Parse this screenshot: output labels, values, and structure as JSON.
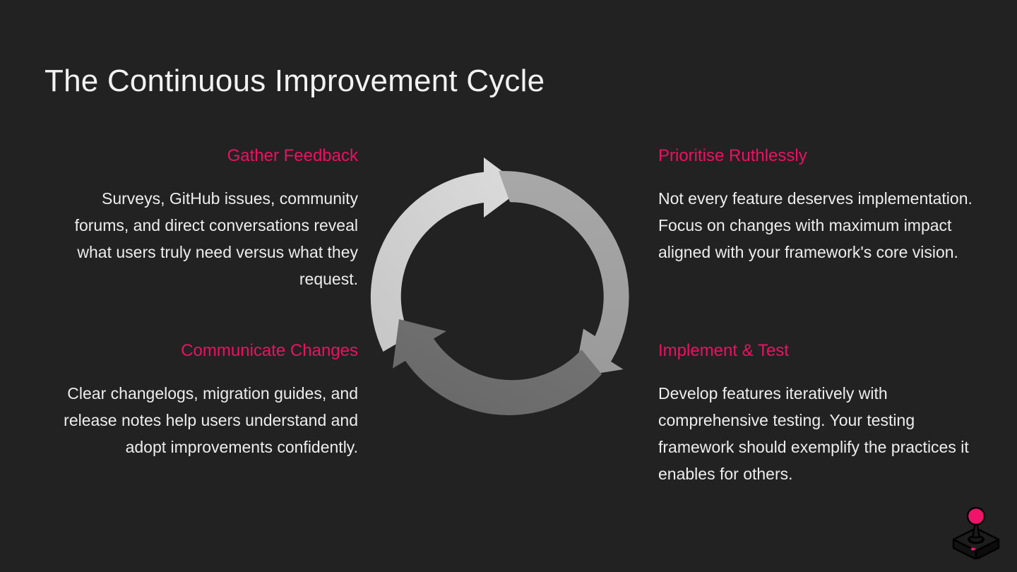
{
  "slide": {
    "title": "The Continuous Improvement Cycle",
    "background_color": "#222222",
    "accent_color": "#ec1162",
    "text_color": "#ededed"
  },
  "quadrants": [
    {
      "id": "gather-feedback",
      "heading": "Gather Feedback",
      "body": "Surveys, GitHub issues, community forums, and direct conversations reveal what users truly need versus what they request.",
      "align": "right",
      "position": "top-left"
    },
    {
      "id": "prioritise-ruthlessly",
      "heading": "Prioritise Ruthlessly",
      "body": "Not every feature deserves implementation. Focus on changes with maximum impact aligned with your framework's core vision.",
      "align": "left",
      "position": "top-right"
    },
    {
      "id": "communicate-changes",
      "heading": "Communicate Changes",
      "body": "Clear changelogs, migration guides, and release notes help users understand and adopt improvements confidently.",
      "align": "right",
      "position": "bottom-left"
    },
    {
      "id": "implement-and-test",
      "heading": "Implement & Test",
      "body": "Develop features iteratively with comprehensive testing. Your testing framework should exemplify the practices it enables for others.",
      "align": "left",
      "position": "bottom-right"
    }
  ],
  "diagram": {
    "name": "cycle-diagram",
    "type": "circular-arrow-cycle",
    "arrow_count": 3,
    "direction": "clockwise",
    "arrows": [
      {
        "id": "arrow-upper-left",
        "color": "#d2d2d2",
        "label": ""
      },
      {
        "id": "arrow-right",
        "color": "#a2a2a2",
        "label": ""
      },
      {
        "id": "arrow-bottom-left",
        "color": "#6e6e6e",
        "label": ""
      }
    ]
  },
  "logo": {
    "name": "joystick-logo",
    "ball_color": "#f0136a",
    "button_color": "#f0136a",
    "base_color": "#151515"
  }
}
